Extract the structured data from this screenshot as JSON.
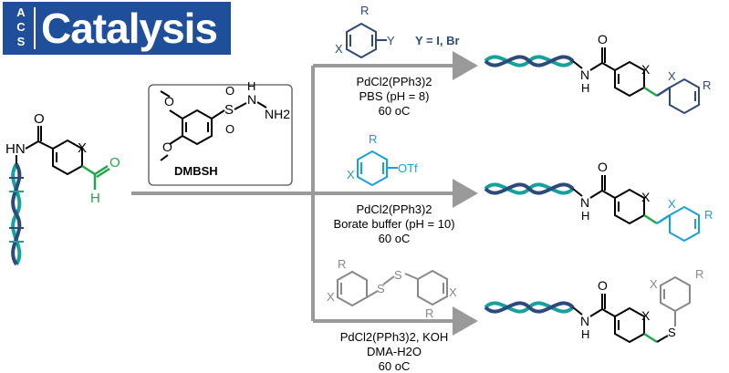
{
  "journal_logo": {
    "acs": "ACS",
    "name": "Catalysis"
  },
  "starting_material": {
    "X": "X",
    "H_aldehyde": "H",
    "O": "O",
    "HN": "HN"
  },
  "reagent_box": {
    "label": "DMBSH",
    "S": "S",
    "NH": "N",
    "H": "H",
    "NH2": "NH2",
    "O_methoxy": "O",
    "O_sulfonyl": "O"
  },
  "routes": [
    {
      "coupling_partner": "aryl halide",
      "partner_labels": {
        "R": "R",
        "X": "X",
        "Y": "Y",
        "Y_def": "Y = I, Br"
      },
      "conditions": [
        "PdCl2(PPh3)2",
        "PBS (pH = 8)",
        "60 oC"
      ],
      "product_link": "CH2",
      "color": "#2d4a7a"
    },
    {
      "coupling_partner": "aryl triflate",
      "partner_labels": {
        "R": "R",
        "X": "X",
        "OTf": "OTf"
      },
      "conditions": [
        "PdCl2(PPh3)2",
        "Borate buffer (pH = 10)",
        "60 oC"
      ],
      "product_link": "CH2",
      "color": "#1aa0d8"
    },
    {
      "coupling_partner": "diaryl disulfide",
      "partner_labels": {
        "R": "R",
        "X": "X",
        "S": "S"
      },
      "conditions": [
        "PdCl2(PPh3)2, KOH",
        "DMA-H2O",
        "60 oC"
      ],
      "product_link": "S",
      "color": "#888888"
    }
  ],
  "product_labels": {
    "O": "O",
    "N": "N",
    "H": "H",
    "X": "X",
    "R": "R"
  },
  "colors": {
    "logo_bg": "#1f4e9a",
    "arrow": "#9a9a9a",
    "dna_teal": "#14a39a",
    "dna_navy": "#2d4a7a",
    "aldehyde_green": "#1ea84a",
    "triflate_blue": "#1aa0d8",
    "disulfide_grey": "#888888"
  }
}
